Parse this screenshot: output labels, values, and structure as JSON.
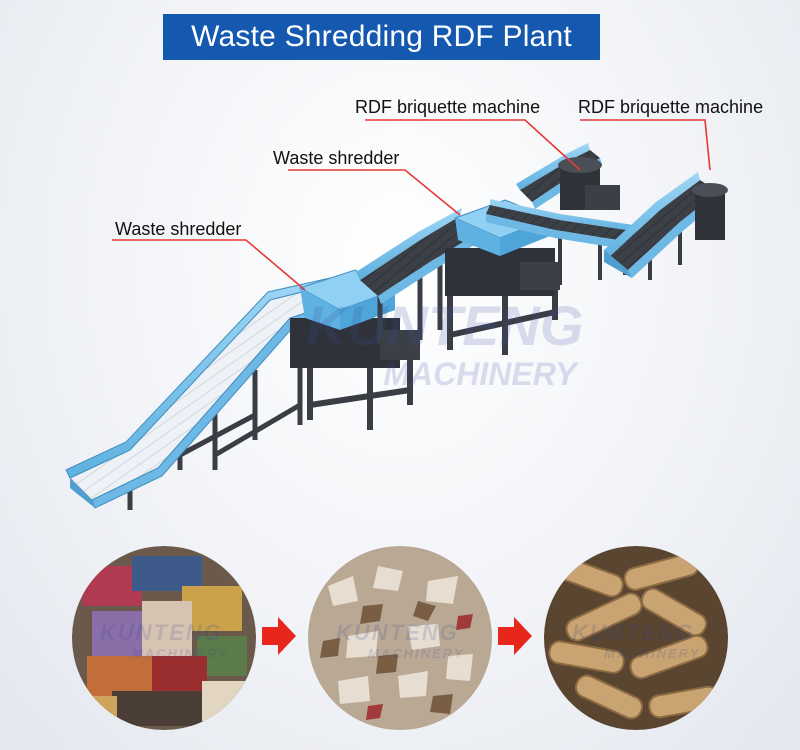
{
  "title": "Waste Shredding RDF Plant",
  "labels": {
    "shredder_1": "Waste shredder",
    "shredder_2": "Waste shredder",
    "briquette_1": "RDF briquette machine",
    "briquette_2": "RDF briquette machine"
  },
  "watermark": {
    "brand": "KUNTENG",
    "sub": "MACHINERY"
  },
  "process_steps": [
    {
      "name": "mixed-waste-photo"
    },
    {
      "name": "shredded-waste-photo"
    },
    {
      "name": "rdf-pellets-photo"
    }
  ],
  "colors": {
    "banner": "#1558b0",
    "conveyor": "#7cc4ee",
    "frame": "#3a3d44",
    "callout_line": "#e53935",
    "arrow": "#e8261c"
  }
}
